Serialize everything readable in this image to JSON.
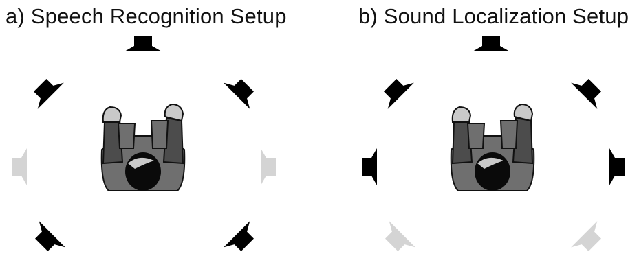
{
  "colors": {
    "active_speaker": "#000000",
    "inactive_speaker": "#d4d4d4",
    "shirt": "#6f6f6f",
    "shirt_dark": "#4c4c4c",
    "hands": "#c9c9c9",
    "hair": "#0a0a0a"
  },
  "panels": [
    {
      "title": "a) Speech Recognition Setup",
      "listener_icon": "seated-listener-top-view",
      "speaker_states": {
        "front": "active",
        "front_left": "active",
        "front_right": "active",
        "left": "inactive",
        "right": "inactive",
        "back_left": "active",
        "back_right": "active"
      }
    },
    {
      "title": "b) Sound Localization Setup",
      "listener_icon": "seated-listener-top-view",
      "speaker_states": {
        "front": "active",
        "front_left": "active",
        "front_right": "active",
        "left": "active",
        "right": "active",
        "back_left": "inactive",
        "back_right": "inactive"
      }
    }
  ]
}
